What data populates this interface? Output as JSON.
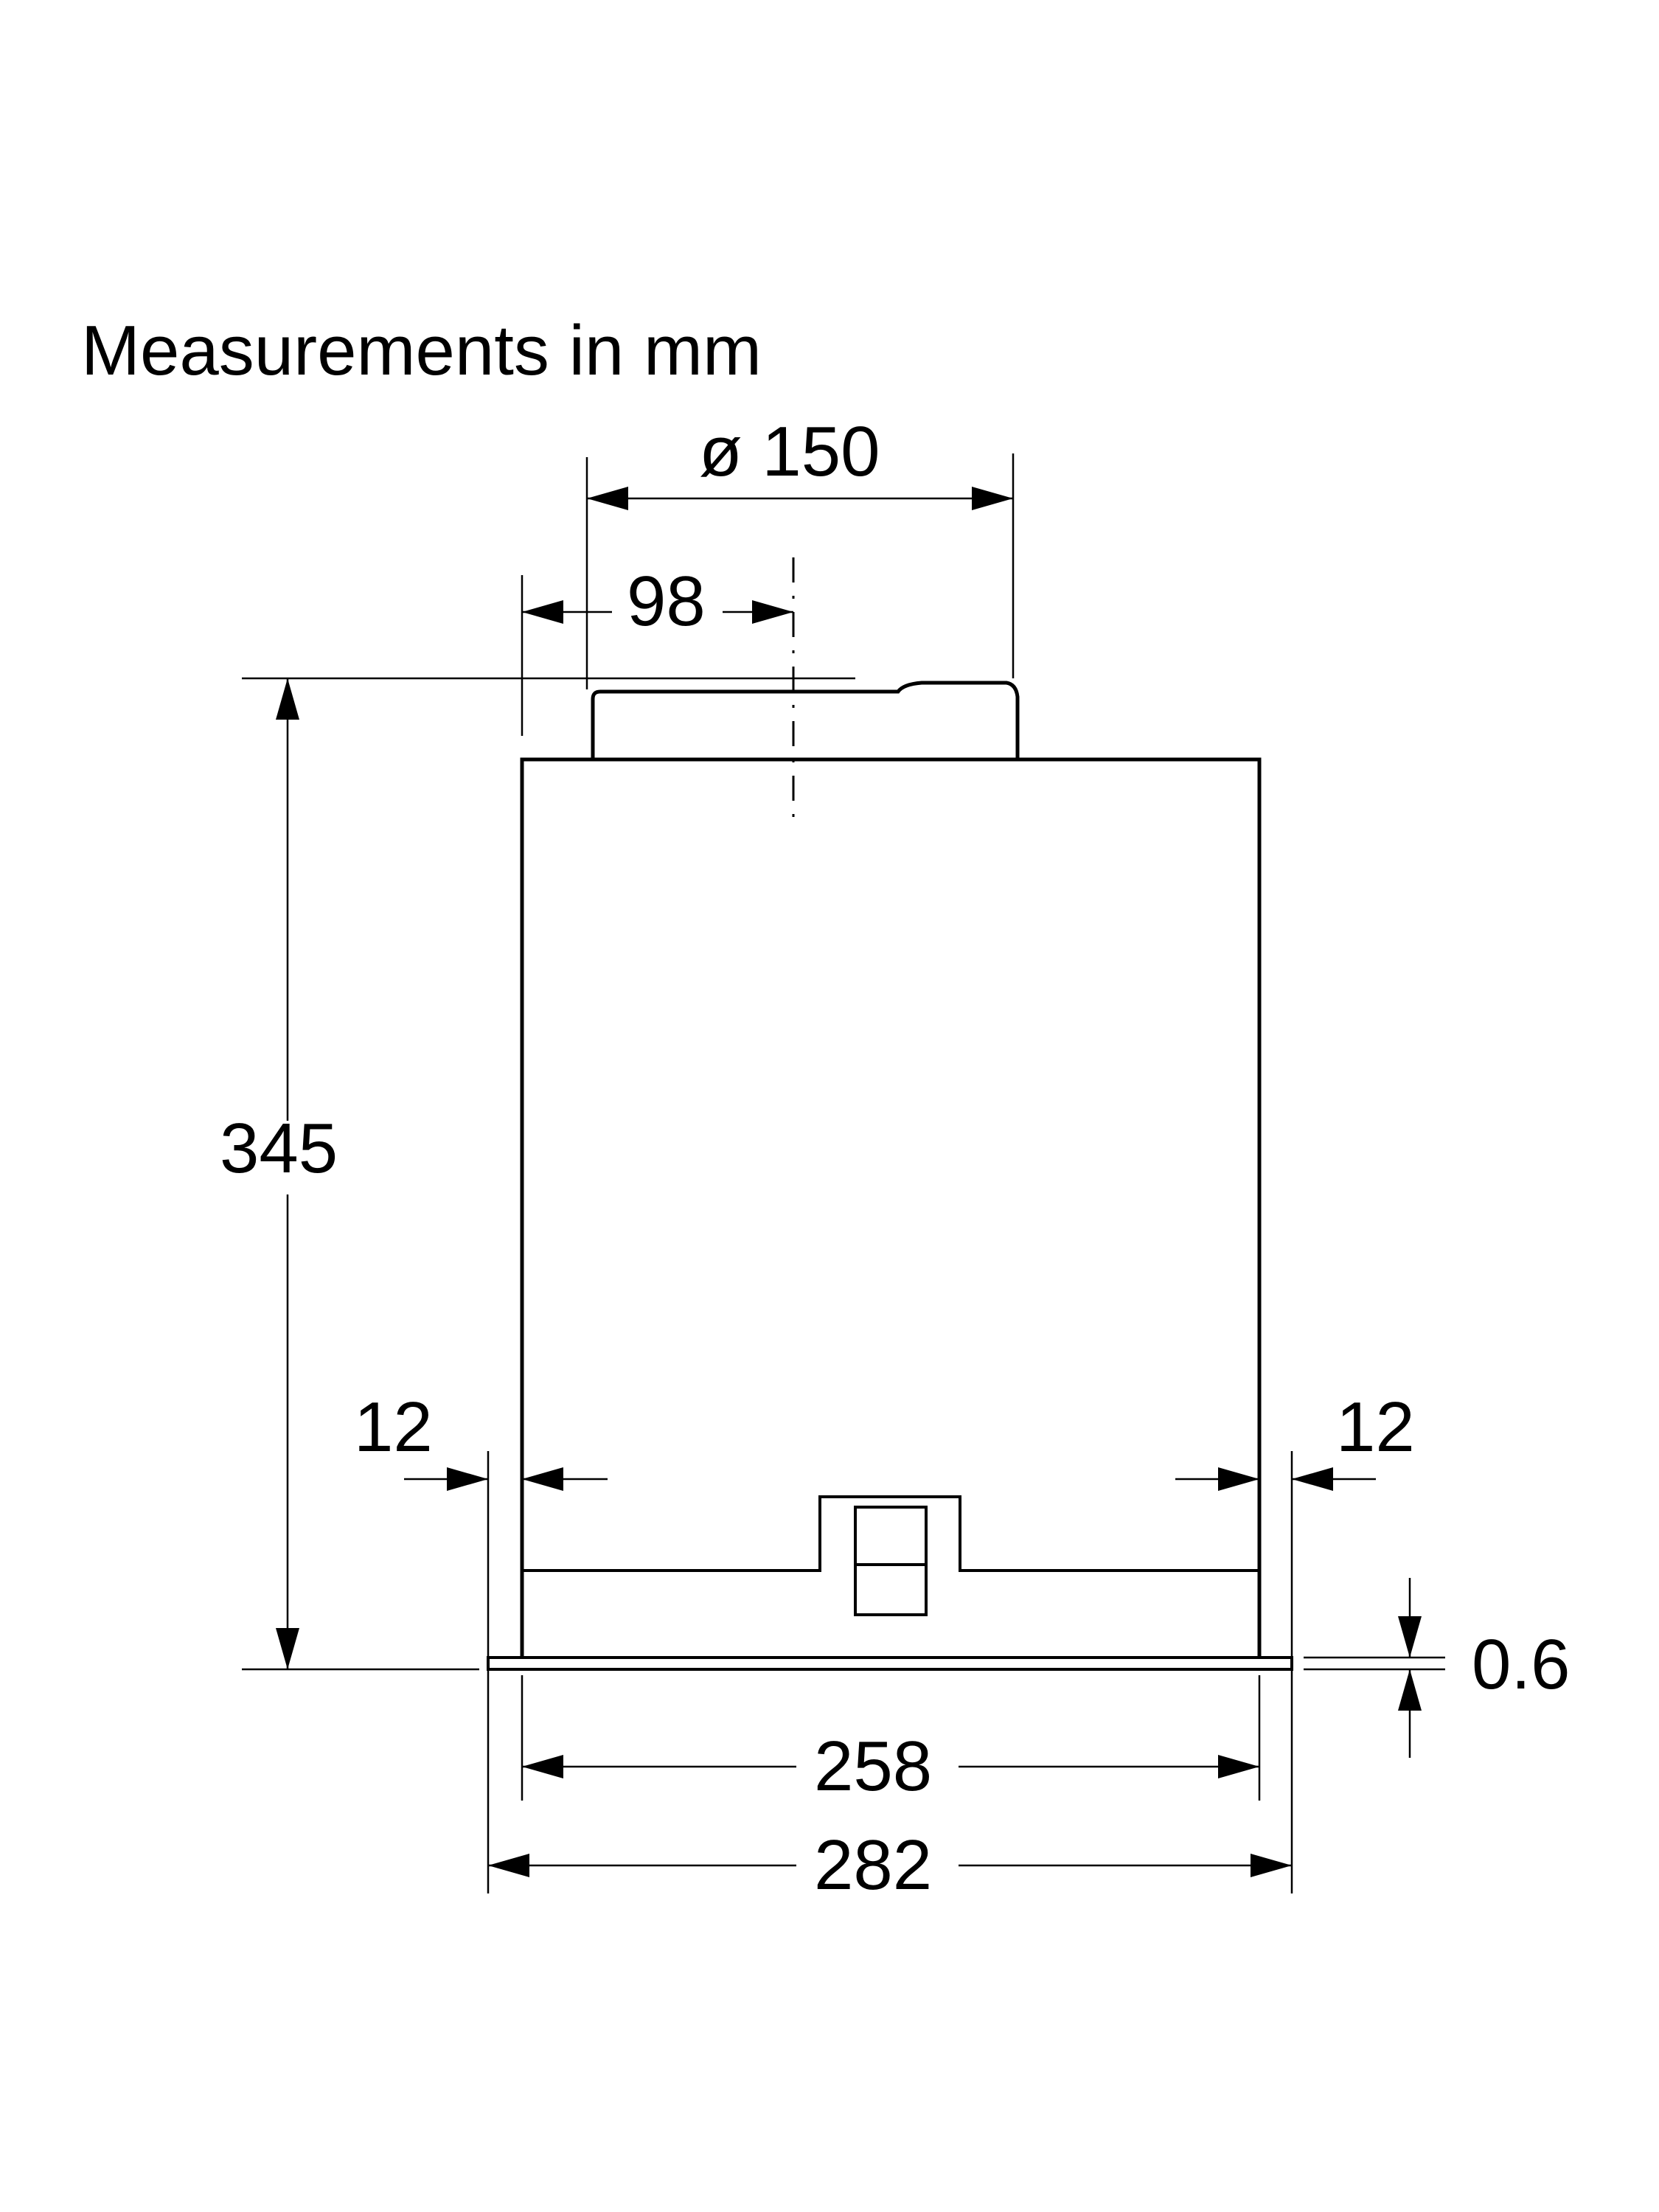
{
  "caption": "Measurements in mm",
  "dimensions": {
    "duct_diameter": "ø 150",
    "duct_offset": "98",
    "total_height": "345",
    "left_margin": "12",
    "right_margin": "12",
    "panel_thickness": "0.6",
    "body_width": "258",
    "panel_width": "282"
  },
  "colors": {
    "line": "#000000",
    "background": "#ffffff"
  }
}
